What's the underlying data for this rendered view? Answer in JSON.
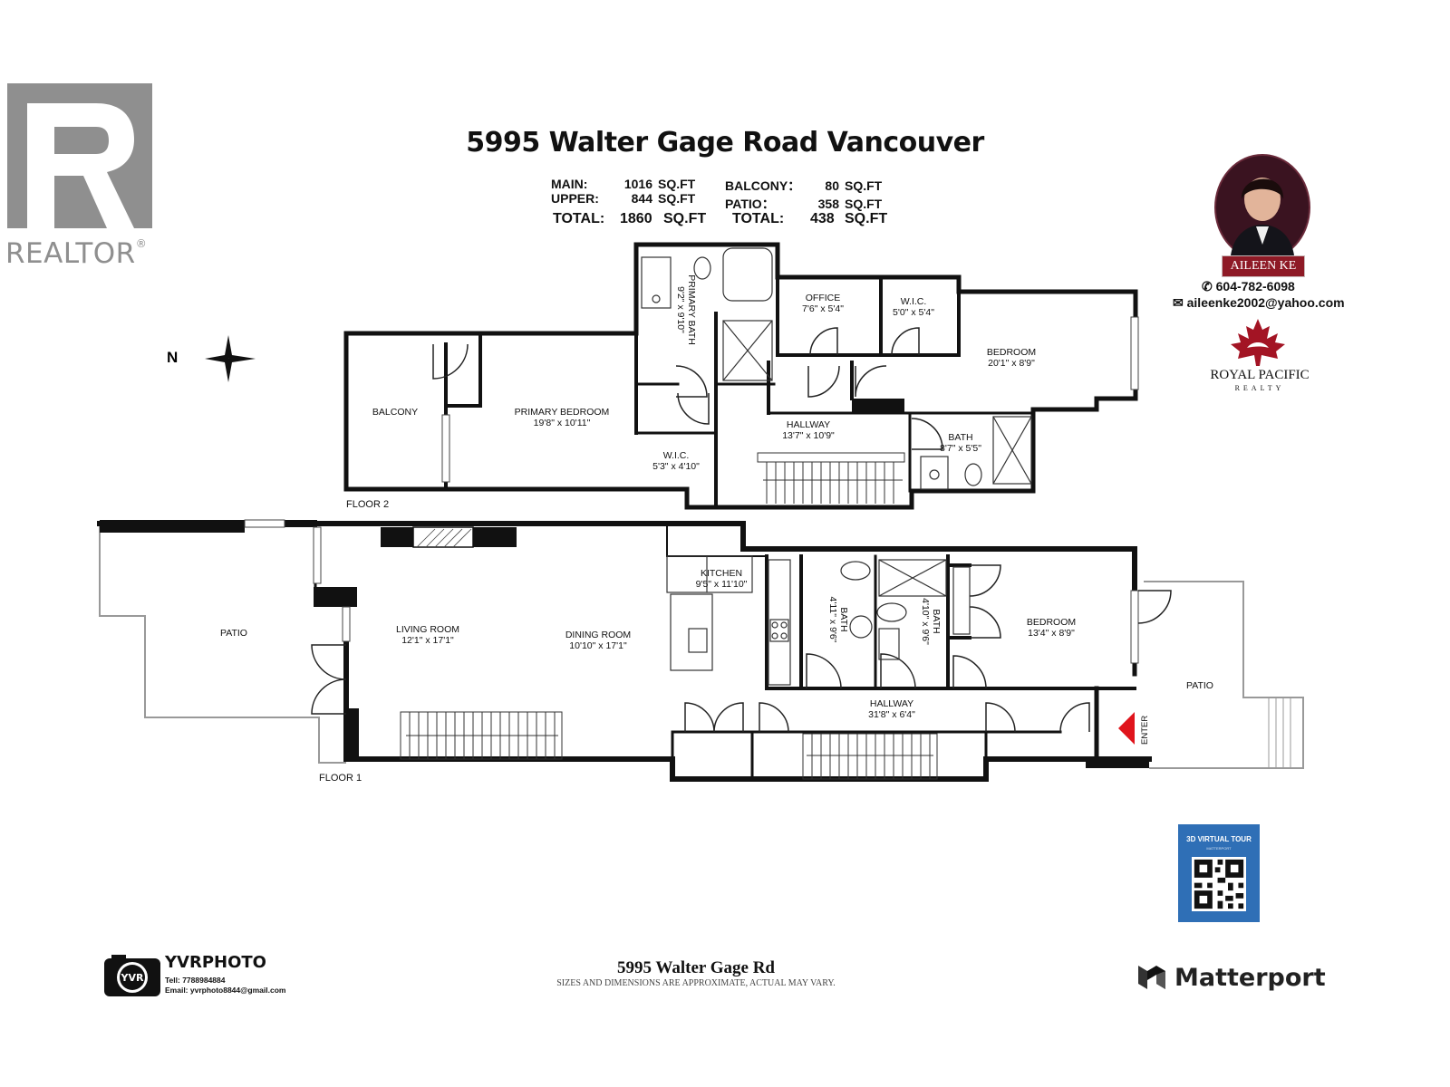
{
  "header": {
    "title": "5995 Walter Gage Road Vancouver",
    "areas": {
      "main_label": "MAIN:",
      "main_value": "1016",
      "main_unit": "SQ.FT",
      "upper_label": "UPPER:",
      "upper_value": "844",
      "upper_unit": "SQ.FT",
      "total_label": "TOTAL:",
      "total_value": "1860",
      "total_unit": "SQ.FT",
      "balcony_label": "BALCONY：",
      "balcony_value": "80",
      "balcony_unit": "SQ.FT",
      "patio_label": "PATIO：",
      "patio_value": "358",
      "patio_unit": "SQ.FT",
      "outdoor_total_label": "TOTAL:",
      "outdoor_total_value": "438",
      "outdoor_total_unit": "SQ.FT"
    }
  },
  "realtor": {
    "text": "REALTOR",
    "reg": "®"
  },
  "agent": {
    "name": "AILEEN KE",
    "phone": "604-782-6098",
    "email": "aileenke2002@yahoo.com",
    "brokerage": "ROYAL PACIFIC",
    "brokerage_sub": "REALTY"
  },
  "compass": {
    "label": "N"
  },
  "floor2": {
    "label": "FLOOR 2",
    "rooms": {
      "balcony": {
        "name": "BALCONY",
        "dims": ""
      },
      "primary_bedroom": {
        "name": "PRIMARY BEDROOM",
        "dims": "19'8\" x 10'11\""
      },
      "primary_bath": {
        "name": "PRIMARY BATH",
        "dims": "9'2\" x 9'10\""
      },
      "wic_primary": {
        "name": "W.I.C.",
        "dims": "5'3\" x 4'10\""
      },
      "office": {
        "name": "OFFICE",
        "dims": "7'6\" x 5'4\""
      },
      "wic_bedroom": {
        "name": "W.I.C.",
        "dims": "5'0\" x 5'4\""
      },
      "bedroom": {
        "name": "BEDROOM",
        "dims": "20'1\" x 8'9\""
      },
      "hallway": {
        "name": "HALLWAY",
        "dims": "13'7\" x 10'9\""
      },
      "bath": {
        "name": "BATH",
        "dims": "8'7\" x 5'5\""
      }
    }
  },
  "floor1": {
    "label": "FLOOR 1",
    "rooms": {
      "patio_west": {
        "name": "PATIO",
        "dims": ""
      },
      "living_room": {
        "name": "LIVING ROOM",
        "dims": "12'1\" x 17'1\""
      },
      "dining_room": {
        "name": "DINING ROOM",
        "dims": "10'10\" x 17'1\""
      },
      "kitchen": {
        "name": "KITCHEN",
        "dims": "9'5\" x 11'10\""
      },
      "bath_a": {
        "name": "BATH",
        "dims": "4'11\" x 9'6\""
      },
      "bath_b": {
        "name": "BATH",
        "dims": "4'10\" x 9'6\""
      },
      "bedroom": {
        "name": "BEDROOM",
        "dims": "13'4\" x 8'9\""
      },
      "hallway": {
        "name": "HALLWAY",
        "dims": "31'8\" x 6'4\""
      },
      "patio_east": {
        "name": "PATIO",
        "dims": ""
      }
    },
    "enter_label": "ENTER"
  },
  "tour": {
    "title": "3D VIRTUAL TOUR",
    "sub": "MATTERPORT"
  },
  "photographer": {
    "name": "YVRPHOTO",
    "tel": "Tell:  7788984884",
    "email": "Email:  yvrphoto8844@gmail.com"
  },
  "footer": {
    "address": "5995 Walter Gage Rd",
    "disclaimer": "SIZES AND DIMENSIONS ARE APPROXIMATE, ACTUAL MAY VARY."
  },
  "matterport": {
    "text": "Matterport"
  },
  "colors": {
    "wall": "#111111",
    "accent_red": "#e0141c",
    "agent_banner": "#8e1a26",
    "tour_blue": "#2f6fb6",
    "realtor_gray": "#8f8f8f"
  }
}
